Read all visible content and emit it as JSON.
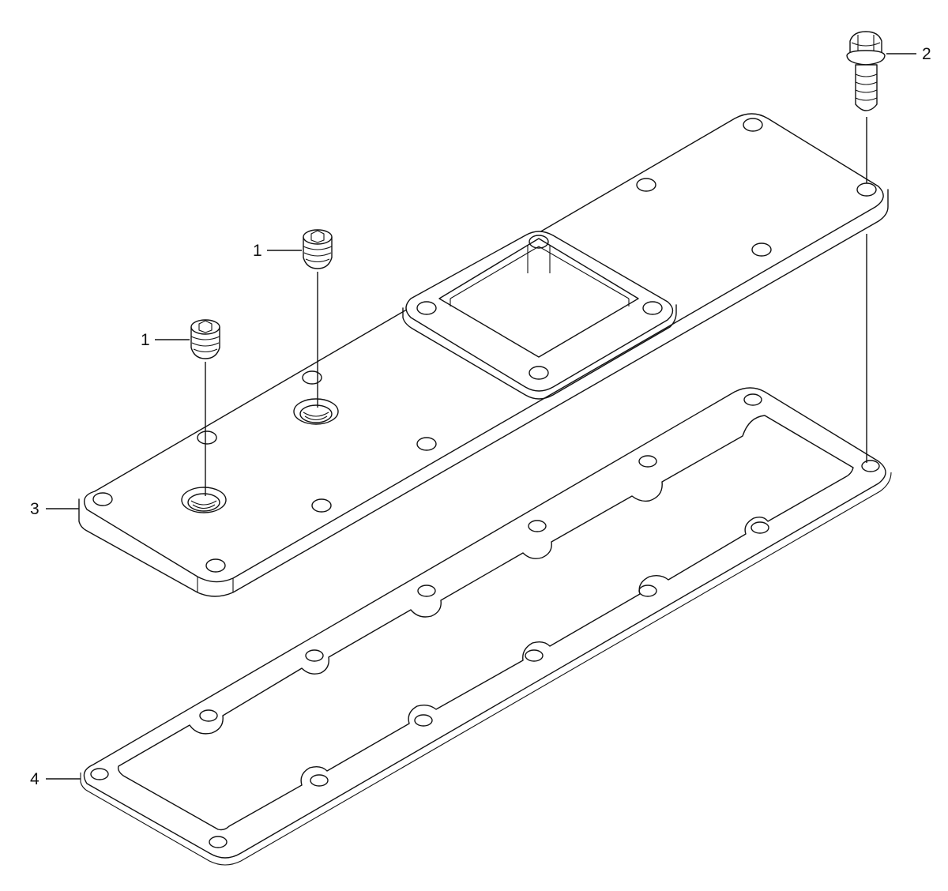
{
  "callouts": [
    {
      "id": "c1a",
      "label": "1"
    },
    {
      "id": "c1b",
      "label": "1"
    },
    {
      "id": "c2",
      "label": "2"
    },
    {
      "id": "c3",
      "label": "3"
    },
    {
      "id": "c4",
      "label": "4"
    }
  ],
  "colors": {
    "line": "#111111",
    "background": "#ffffff"
  }
}
